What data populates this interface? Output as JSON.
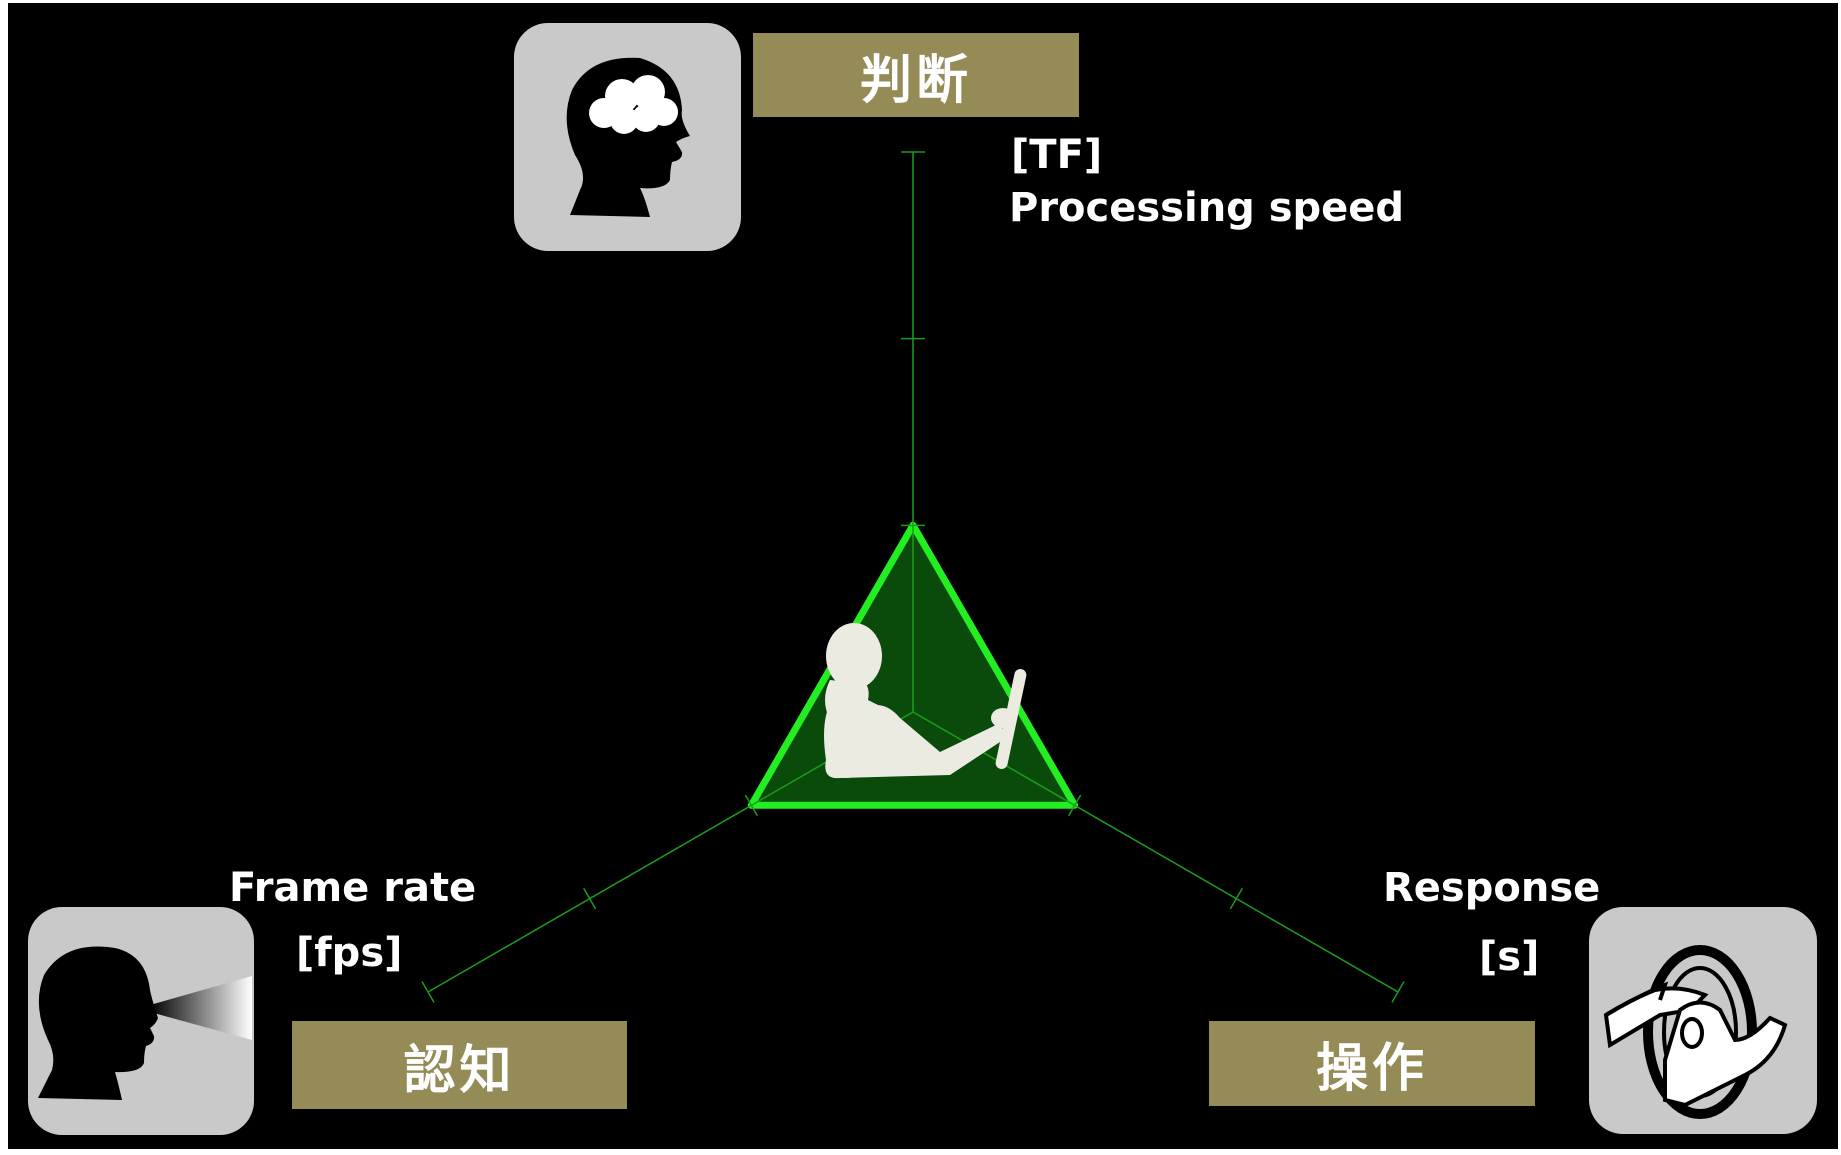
{
  "colors": {
    "background": "#000000",
    "axis": "#1a9e1a",
    "triangle_stroke": "#22ee22",
    "triangle_fill": "#0a4a0a",
    "label_box": "#958b57",
    "tile": "#c9c9c9",
    "figure": "#ecebe2"
  },
  "chart_data": {
    "type": "radar",
    "axes": [
      {
        "name": "判断",
        "label": "Processing speed",
        "unit": "[TF]",
        "value": 1,
        "max": 3,
        "icon": "brain-head-icon"
      },
      {
        "name": "認知",
        "label": "Frame rate",
        "unit": "[fps]",
        "value": 1,
        "max": 3,
        "icon": "eye-head-icon"
      },
      {
        "name": "操作",
        "label": "Response",
        "unit": "[s]",
        "value": 1,
        "max": 3,
        "icon": "steering-hands-icon"
      }
    ],
    "ticks": 3,
    "center_icon": "driver-icon"
  }
}
